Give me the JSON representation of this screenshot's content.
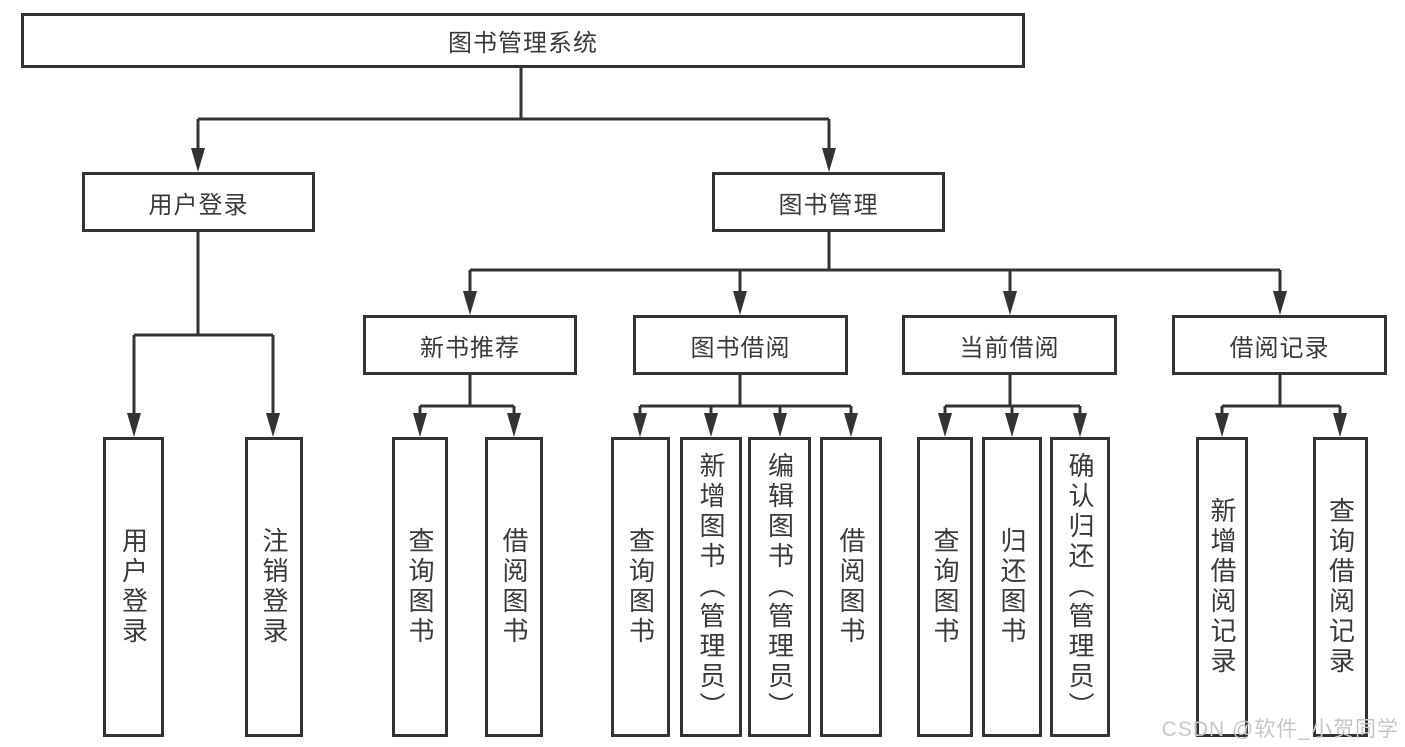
{
  "colors": {
    "line": "#333333",
    "text": "#3a3a3a",
    "box_bg": "#ffffff",
    "watermark": "#c6c6c6",
    "page_bg": "#ffffff"
  },
  "watermark": {
    "text": "CSDN @软件_小贺同学"
  },
  "tree": {
    "root": {
      "label": "图书管理系统"
    },
    "branches": [
      {
        "label": "用户登录",
        "children": [
          {
            "label": "用户登录"
          },
          {
            "label": "注销登录"
          }
        ]
      },
      {
        "label": "图书管理",
        "children": [
          {
            "label": "新书推荐",
            "children": [
              {
                "label": "查询图书"
              },
              {
                "label": "借阅图书"
              }
            ]
          },
          {
            "label": "图书借阅",
            "children": [
              {
                "label": "查询图书"
              },
              {
                "label": "新增图书（管理员）"
              },
              {
                "label": "编辑图书（管理员）"
              },
              {
                "label": "借阅图书"
              }
            ]
          },
          {
            "label": "当前借阅",
            "children": [
              {
                "label": "查询图书"
              },
              {
                "label": "归还图书"
              },
              {
                "label": "确认归还（管理员）"
              }
            ]
          },
          {
            "label": "借阅记录",
            "children": [
              {
                "label": "新增借阅记录"
              },
              {
                "label": "查询借阅记录"
              }
            ]
          }
        ]
      }
    ]
  }
}
